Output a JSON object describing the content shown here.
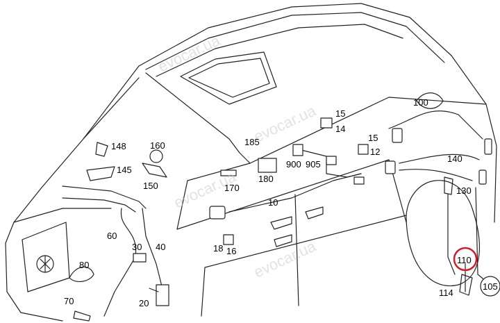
{
  "watermark": "evocar.ua",
  "highlight_color": "#cc1f2a",
  "labels": {
    "l100": "100",
    "l15a": "15",
    "l14": "14",
    "l185": "185",
    "l15b": "15",
    "l12": "12",
    "l148": "148",
    "l160": "160",
    "l145": "145",
    "l150": "150",
    "l900": "900",
    "l905": "905",
    "l180": "180",
    "l170": "170",
    "l140": "140",
    "l130": "130",
    "l10": "10",
    "l60": "60",
    "l18": "18",
    "l16": "16",
    "l30": "30",
    "l40": "40",
    "l80": "80",
    "l110": "110",
    "l20": "20",
    "l70": "70",
    "l114": "114",
    "l105": "105"
  }
}
